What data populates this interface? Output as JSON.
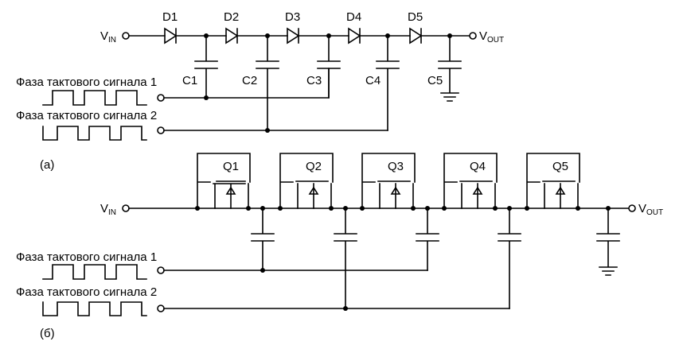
{
  "circuit_a": {
    "panel_label": "(a)",
    "vin": {
      "main": "V",
      "sub": "IN"
    },
    "vout": {
      "main": "V",
      "sub": "OUT"
    },
    "diodes": [
      "D1",
      "D2",
      "D3",
      "D4",
      "D5"
    ],
    "capacitors": [
      "C1",
      "C2",
      "C3",
      "C4",
      "C5"
    ],
    "clock1": "Фаза тактового сигнала 1",
    "clock2": "Фаза тактового сигнала 2"
  },
  "circuit_b": {
    "panel_label": "(б)",
    "vin": {
      "main": "V",
      "sub": "IN"
    },
    "vout": {
      "main": "V",
      "sub": "OUT"
    },
    "transistors": [
      "Q1",
      "Q2",
      "Q3",
      "Q4",
      "Q5"
    ],
    "clock1": "Фаза тактового сигнала 1",
    "clock2": "Фаза тактового сигнала 2"
  }
}
